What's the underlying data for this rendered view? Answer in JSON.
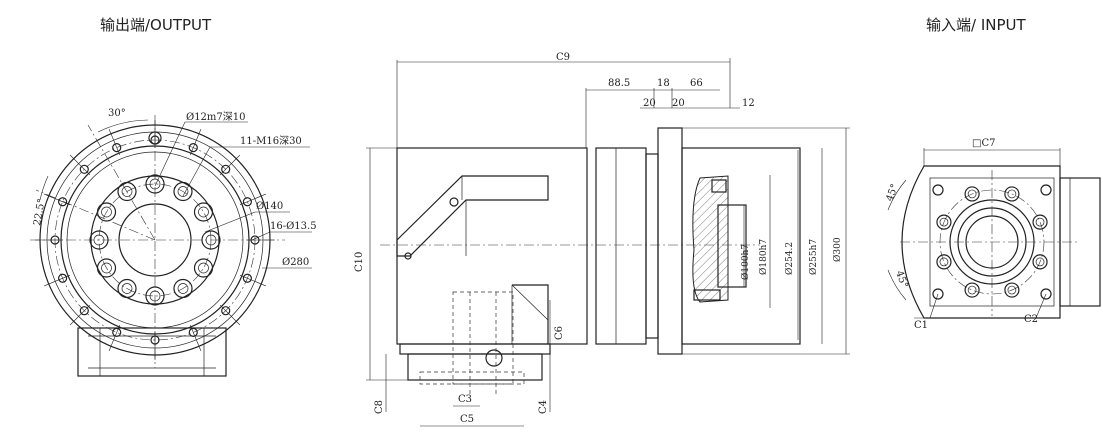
{
  "titles": {
    "output": "输出端/OUTPUT",
    "input": "输入端/ INPUT"
  },
  "output_view": {
    "angle_top": "30°",
    "angle_left": "22.5°",
    "hole_pin": "Ø12m7深10",
    "tapped": "11-M16深30",
    "pcd_inner": "Ø140",
    "bolt_holes": "16-Ø13.5",
    "pcd_outer": "Ø280"
  },
  "side_view": {
    "c9": "C9",
    "d_88_5": "88.5",
    "d_18": "18",
    "d_66": "66",
    "d_20a": "20",
    "d_20b": "20",
    "d_12": "12",
    "d_100": "Ø100h7",
    "d_180": "Ø180h7",
    "d_254": "Ø254.2",
    "d_255": "Ø255h7",
    "d_300": "Ø300",
    "c10": "C10",
    "c6": "C6",
    "c8": "C8",
    "c3": "C3",
    "c4": "C4",
    "c5": "C5"
  },
  "input_view": {
    "c7": "□C7",
    "angle_45a": "45°",
    "angle_45b": "45°",
    "c1": "C1",
    "c2": "C2"
  }
}
